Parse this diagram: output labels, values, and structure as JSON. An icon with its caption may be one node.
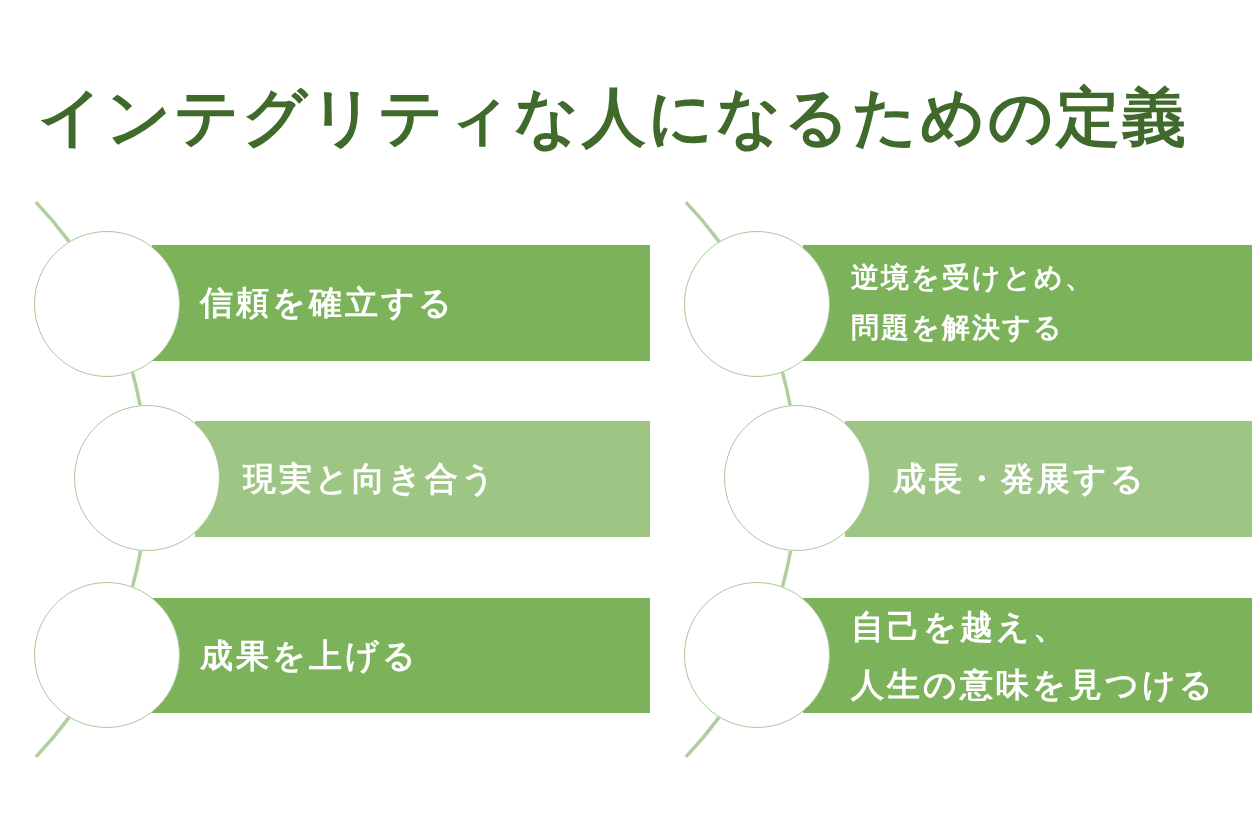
{
  "diagram": {
    "title": "インテグリティな人になるための定義",
    "nodes": [
      {
        "text": [],
        "shape": "circle"
      },
      {
        "text": [
          "信頼を確立する"
        ]
      },
      {
        "text": [],
        "shape": "circle"
      },
      {
        "text": [
          "現実と向き合う"
        ]
      },
      {
        "text": [],
        "shape": "circle"
      },
      {
        "text": [
          "成果を上げる"
        ]
      },
      {
        "text": [],
        "shape": "circle"
      },
      {
        "text": [
          "逆境を受けとめ、問題を解決する"
        ]
      },
      {
        "text": [],
        "shape": "circle"
      },
      {
        "text": [
          "成長・発展する"
        ]
      },
      {
        "text": [],
        "shape": "circle"
      },
      {
        "text": [
          "自己を越え、人生の意味を見つける"
        ]
      }
    ],
    "edges": [
      {
        "from": null,
        "to": 0,
        "arrow": "none"
      },
      {
        "from": 0,
        "to": 2,
        "arrow": "none"
      },
      {
        "from": 2,
        "to": 4,
        "arrow": "none"
      },
      {
        "from": 4,
        "to": null,
        "arrow": "none"
      },
      {
        "from": null,
        "to": 6,
        "arrow": "none"
      },
      {
        "from": 6,
        "to": 8,
        "arrow": "none"
      },
      {
        "from": 8,
        "to": 10,
        "arrow": "none"
      },
      {
        "from": 10,
        "to": null,
        "arrow": "none"
      }
    ]
  }
}
